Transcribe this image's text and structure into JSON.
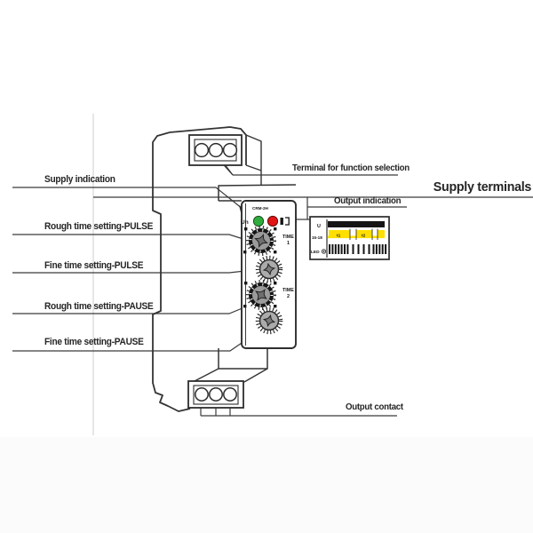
{
  "labels": {
    "supply_indication": "Supply indication",
    "rough_pulse": "Rough time setting-PULSE",
    "fine_pulse": "Fine time setting-PULSE",
    "rough_pause": "Rough time setting-PAUSE",
    "fine_pause": "Fine time setting-PAUSE",
    "terminal_function": "Terminal for function selection",
    "supply_terminals": "Supply terminals",
    "output_indication": "Output indication",
    "output_contact": "Output contact"
  },
  "device": {
    "model": "CRM-2H",
    "un_label": "Un",
    "time1": {
      "word": "TIME",
      "num": "1"
    },
    "time2": {
      "word": "TIME",
      "num": "2"
    }
  },
  "legend": {
    "row_supply": "U",
    "row_contact": "15-18",
    "row_led": "LED",
    "t1": "t1",
    "t2": "t2"
  },
  "colors": {
    "supply_led": "#2fae3d",
    "output_led": "#e11414",
    "timing_bar": "#ffdf00",
    "line": "#3b3b3b"
  }
}
